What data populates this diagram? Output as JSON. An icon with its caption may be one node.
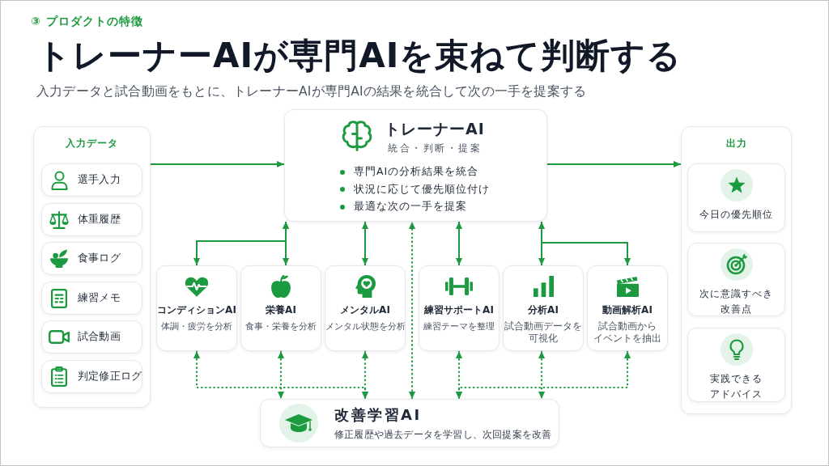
{
  "diagram": {
    "title": "トレーナーAIが専門AIを束ねて判断する",
    "nodes": [
      {
        "text": [
          "入力データ"
        ]
      },
      {
        "text": [
          "選手入力"
        ],
        "in": 0
      },
      {
        "text": [
          "体重履歴"
        ],
        "in": 0
      },
      {
        "text": [
          "食事ログ"
        ],
        "in": 0
      },
      {
        "text": [
          "練習メモ"
        ],
        "in": 0
      },
      {
        "text": [
          "試合動画"
        ],
        "in": 0
      },
      {
        "text": [
          "判定修正ログ"
        ],
        "in": 0
      },
      {
        "text": [
          "トレーナーAI",
          "統合・判断・提案",
          "専門AIの分析結果を統合",
          "状況に応じて優先順位付け",
          "最適な次の一手を提案"
        ]
      },
      {
        "text": [
          "出力"
        ]
      },
      {
        "text": [
          "今日の優先順位"
        ],
        "in": 8
      },
      {
        "text": [
          "次に意識すべき改善点"
        ],
        "in": 8
      },
      {
        "text": [
          "実践できるアドバイス"
        ],
        "in": 8
      },
      {
        "text": [
          "コンディションAI",
          "体調・疲労を分析"
        ]
      },
      {
        "text": [
          "栄養AI",
          "食事・栄養を分析"
        ]
      },
      {
        "text": [
          "メンタルAI",
          "メンタル状態を分析"
        ]
      },
      {
        "text": [
          "練習サポートAI",
          "練習テーマを整理"
        ]
      },
      {
        "text": [
          "分析AI",
          "試合動画データを可視化"
        ]
      },
      {
        "text": [
          "動画解析AI",
          "試合動画からイベントを抽出"
        ]
      },
      {
        "text": [
          "改善学習AI",
          "修正履歴や過去データを学習し、次回提案を改善"
        ]
      }
    ],
    "edges": [
      {
        "from": 0,
        "to": 7,
        "arrow": "to"
      },
      {
        "from": 7,
        "to": 8,
        "arrow": "to"
      },
      {
        "from": 7,
        "to": 12,
        "arrow": "both"
      },
      {
        "from": 7,
        "to": 13,
        "arrow": "both"
      },
      {
        "from": 7,
        "to": 14,
        "arrow": "both"
      },
      {
        "from": 7,
        "to": 15,
        "arrow": "both"
      },
      {
        "from": 7,
        "to": 16,
        "arrow": "both"
      },
      {
        "from": 7,
        "to": 17,
        "arrow": "to"
      },
      {
        "from": 18,
        "to": 7,
        "arrow": "both",
        "style": "dashed"
      },
      {
        "from": 12,
        "to": 18,
        "arrow": "both",
        "style": "dashed"
      },
      {
        "from": 13,
        "to": 18,
        "arrow": "both",
        "style": "dashed"
      },
      {
        "from": 14,
        "to": 18,
        "arrow": "both",
        "style": "dashed"
      },
      {
        "from": 15,
        "to": 18,
        "arrow": "both",
        "style": "dashed"
      },
      {
        "from": 16,
        "to": 18,
        "arrow": "both",
        "style": "dashed"
      },
      {
        "from": 17,
        "to": 18,
        "arrow": "both",
        "style": "dashed"
      }
    ],
    "labels": [
      "③ プロダクトの特徴",
      "入力データと試合動画をもとに、トレーナーAIが専門AIの結果を統合して次の一手を提案する"
    ]
  }
}
